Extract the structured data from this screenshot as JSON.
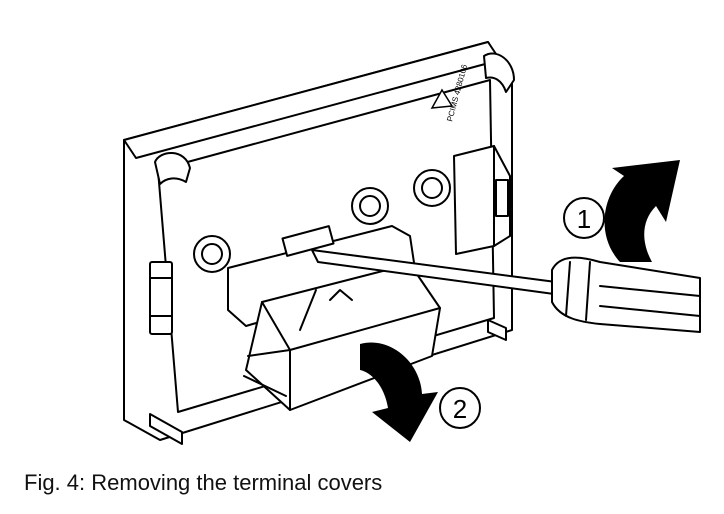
{
  "figure": {
    "caption": "Fig. 4: Removing the terminal covers",
    "step_labels": [
      "1",
      "2"
    ],
    "product_marking": "PCIMS 4280106"
  }
}
